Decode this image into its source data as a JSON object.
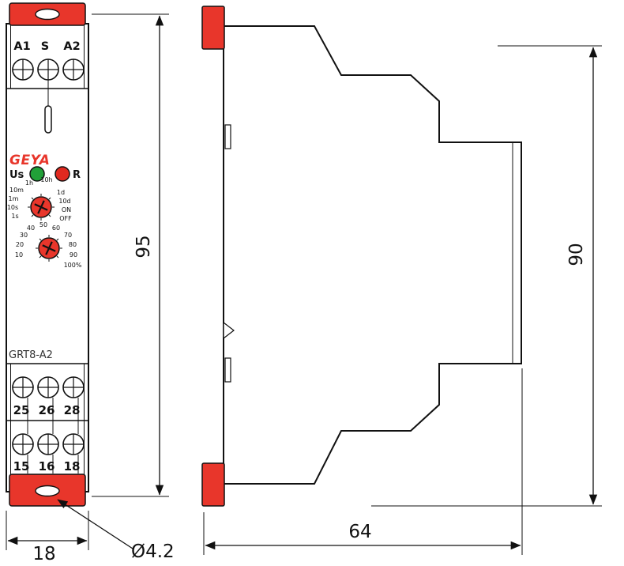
{
  "front_view": {
    "brand": "GEYA",
    "model": "GRT8-A2",
    "top_terminals": [
      "A1",
      "S",
      "A2"
    ],
    "leds": {
      "supply_label": "Us",
      "relay_label": "R"
    },
    "time_dial": {
      "labels": [
        "1h",
        "10h",
        "10m",
        "1m",
        "10s",
        "1s",
        "1d",
        "10d",
        "ON",
        "OFF"
      ]
    },
    "percent_dial": {
      "labels": [
        "40",
        "50",
        "60",
        "30",
        "70",
        "20",
        "80",
        "10",
        "90",
        "100%"
      ]
    },
    "output_terminals_row1": [
      "25",
      "26",
      "28"
    ],
    "output_terminals_row2": [
      "15",
      "16",
      "18"
    ]
  },
  "dimensions": {
    "front_height": "95",
    "front_width": "18",
    "mounting_hole": "Ø4.2",
    "side_height": "90",
    "side_depth": "64"
  },
  "colors": {
    "accent_red": "#e8362b",
    "led_green": "#21a038",
    "led_red": "#e02a20",
    "outline": "#111111"
  }
}
